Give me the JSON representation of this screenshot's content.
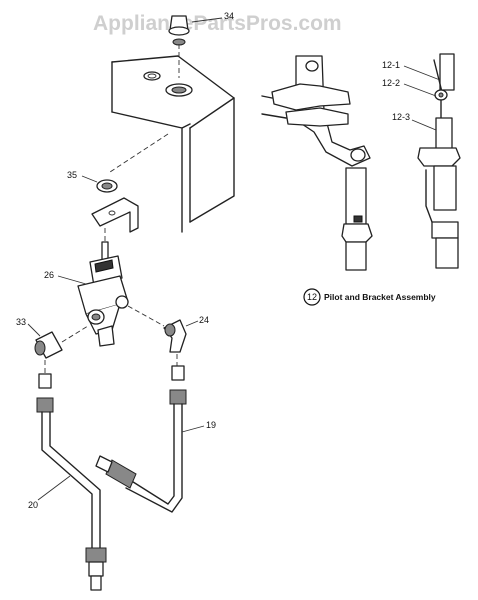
{
  "watermark": "AppliancePartsPros.com",
  "callouts": {
    "p34": "34",
    "p35": "35",
    "p26": "26",
    "p33": "33",
    "p24": "24",
    "p19": "19",
    "p20": "20",
    "p12_1": "12-1",
    "p12_2": "12-2",
    "p12_3": "12-3"
  },
  "assembly": {
    "number": "12",
    "caption": "Pilot and Bracket Assembly"
  }
}
